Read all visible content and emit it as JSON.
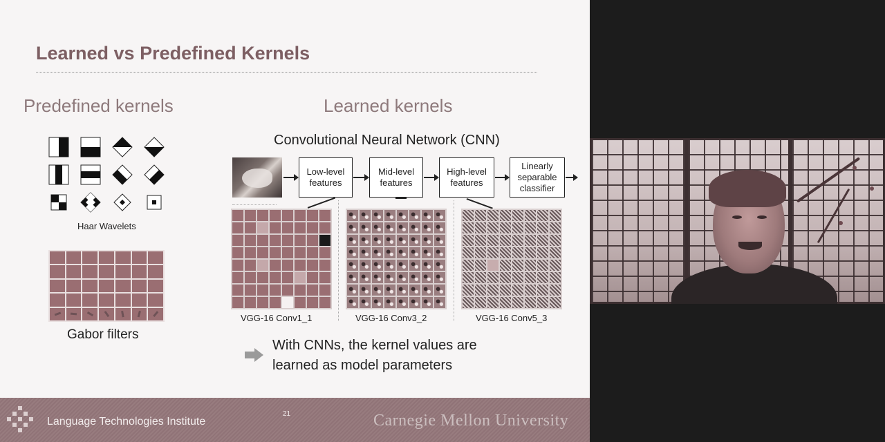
{
  "slide": {
    "title": "Learned vs Predefined Kernels",
    "left_heading": "Predefined kernels",
    "right_heading": "Learned kernels",
    "haar_label": "Haar Wavelets",
    "gabor_label": "Gabor filters",
    "cnn_title": "Convolutional Neural Network (CNN)",
    "boxes": [
      "Low-level\nfeatures",
      "Mid-level\nfeatures",
      "High-level\nfeatures",
      "Linearly\nseparable\nclassifier"
    ],
    "kernel_labels": [
      "VGG-16 Conv1_1",
      "VGG-16 Conv3_2",
      "VGG-16 Conv5_3"
    ],
    "bullet_lines": [
      "With CNNs, the kernel values are",
      "learned as model parameters"
    ]
  },
  "footer": {
    "institute": "Language Technologies Institute",
    "page_number": "21",
    "university": "Carnegie Mellon University"
  },
  "colors": {
    "title": "#7d5f63",
    "heading": "#8e7a7c",
    "kernel_base": "#9a6e72",
    "footer": "#8a6e72"
  },
  "icons": {
    "bullet": "right-arrow-icon",
    "logo": "lti-logo-icon"
  }
}
